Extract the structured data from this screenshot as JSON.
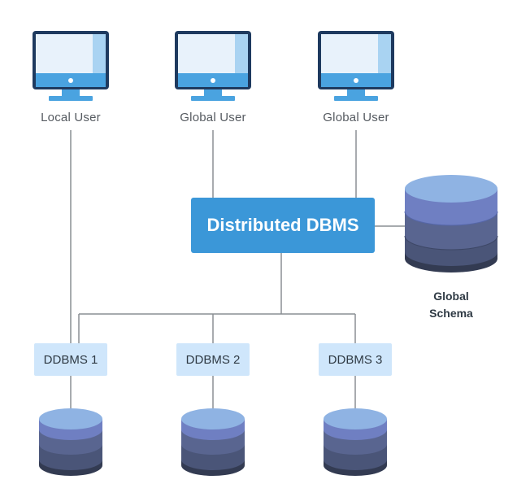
{
  "users": [
    {
      "label": "Local User"
    },
    {
      "label": "Global User"
    },
    {
      "label": "Global User"
    }
  ],
  "central": {
    "label": "Distributed DBMS"
  },
  "schema": {
    "line1": "Global",
    "line2": "Schema"
  },
  "sites": [
    {
      "label": "DDBMS 1"
    },
    {
      "label": "DDBMS 2"
    },
    {
      "label": "DDBMS 3"
    }
  ],
  "colors": {
    "monitor_frame": "#1e3a5f",
    "monitor_screen": "#e8f2fb",
    "monitor_side": "#7fbde9",
    "monitor_chin": "#4aa3e0",
    "central_box": "#3b97d8",
    "site_box": "#cfe6fb",
    "connector": "#8a8f94",
    "db_top": "#8fb3e3",
    "db_band1": "#6f7fc2",
    "db_band2": "#4a5578",
    "db_band3": "#333b52"
  }
}
